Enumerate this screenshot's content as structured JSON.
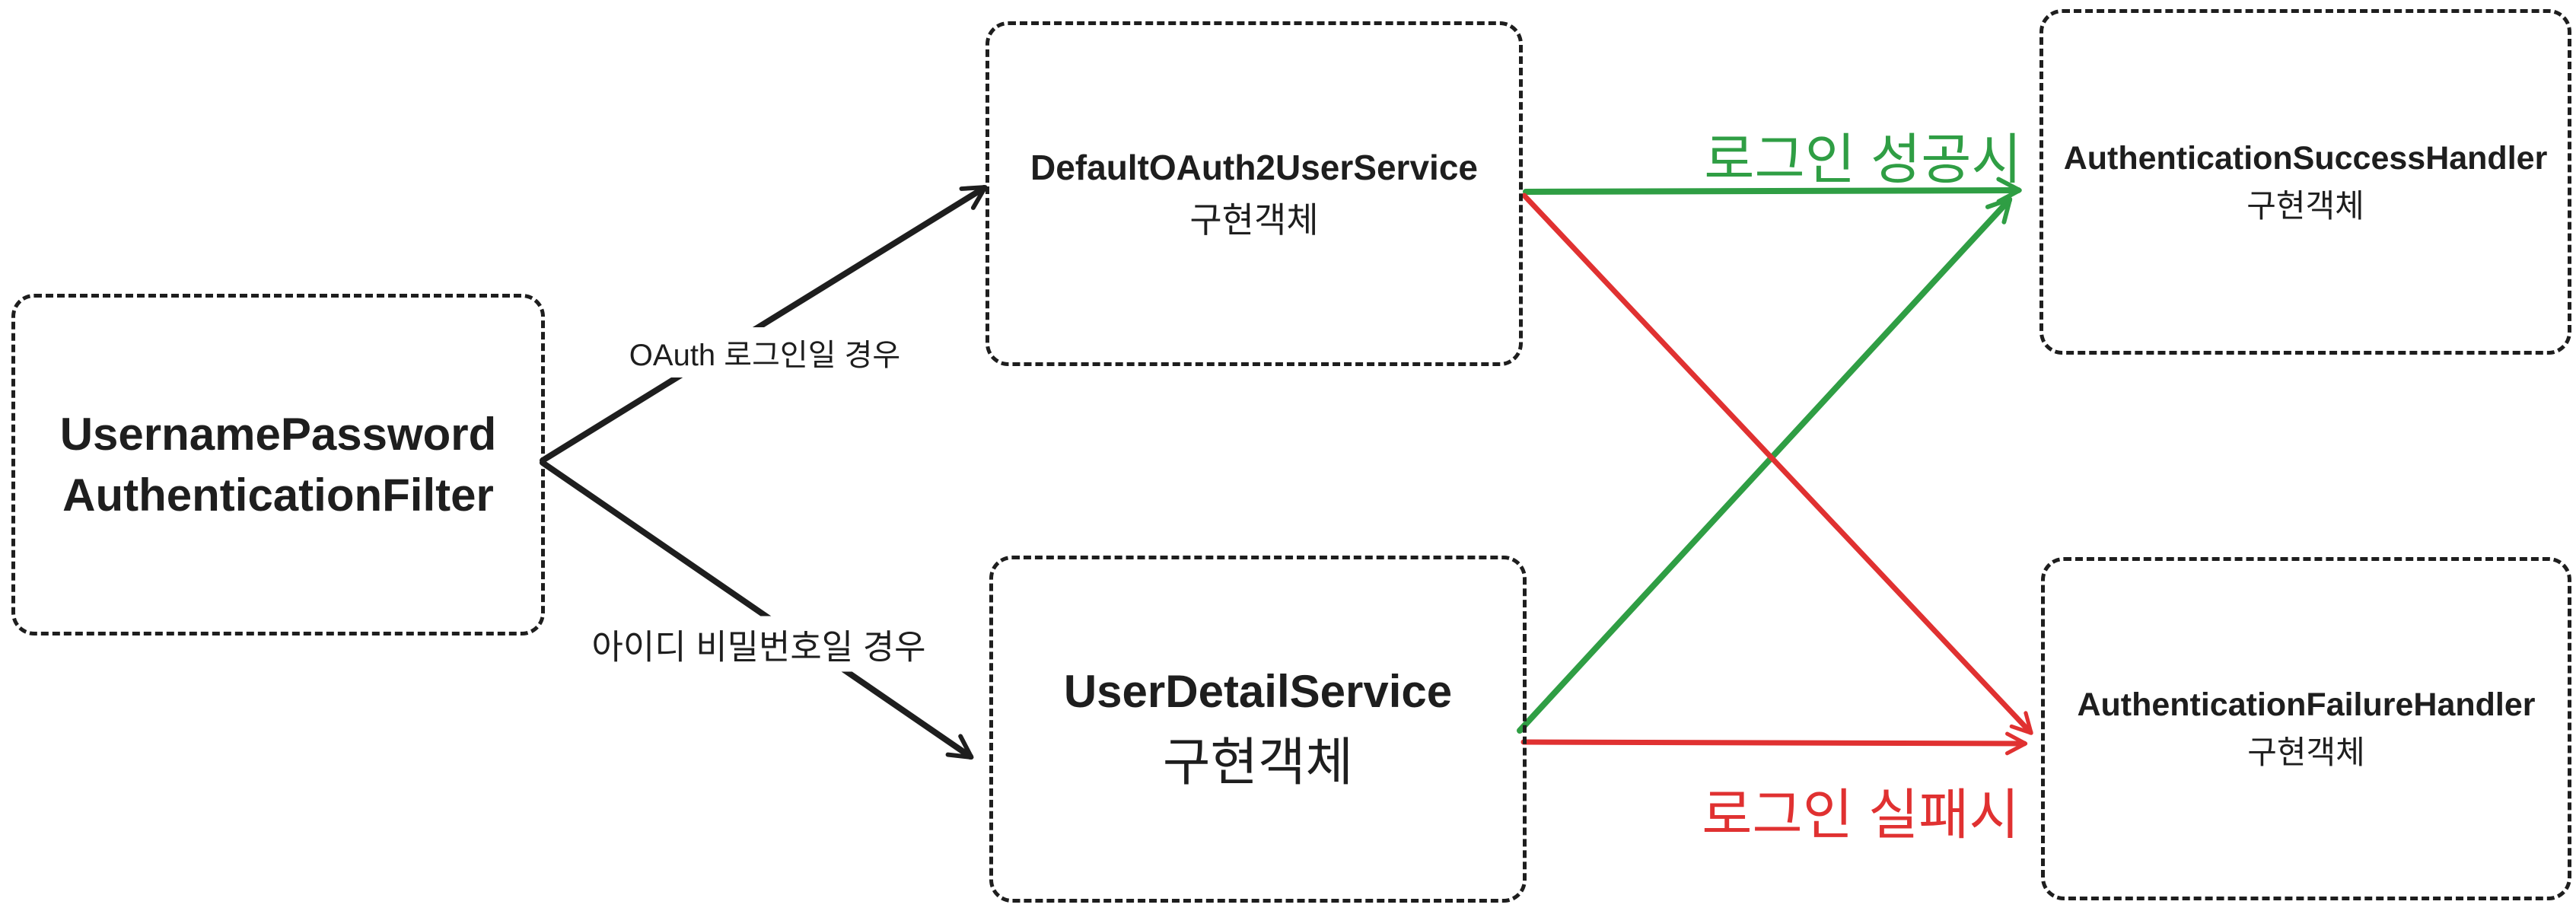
{
  "diagram": {
    "boxes": {
      "filter": {
        "line1": "UsernamePassword",
        "line2": "AuthenticationFilter"
      },
      "oauth_service": {
        "line1": "DefaultOAuth2UserService",
        "line2": "구현객체"
      },
      "user_detail_service": {
        "line1": "UserDetailService",
        "line2": "구현객체"
      },
      "success_handler": {
        "line1": "AuthenticationSuccessHandler",
        "line2": "구현객체"
      },
      "failure_handler": {
        "line1": "AuthenticationFailureHandler",
        "line2": "구현객체"
      }
    },
    "edge_labels": {
      "oauth_case": "OAuth 로그인일 경우",
      "userpass_case": "아이디 비밀번호일 경우",
      "login_success": "로그인 성공시",
      "login_failure": "로그인 실패시"
    },
    "colors": {
      "stroke": "#1e1e1e",
      "success": "#2f9e44",
      "failure": "#e03131",
      "background": "#ffffff"
    }
  }
}
